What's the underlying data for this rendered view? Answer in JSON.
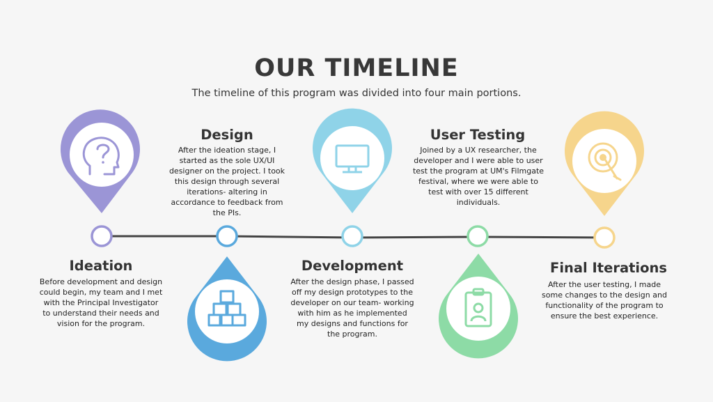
{
  "header": {
    "title": "OUR TIMELINE",
    "subtitle": "The timeline of this program was divided into four main portions."
  },
  "colors": {
    "ideation": "#9b95d6",
    "design": "#5aa9dd",
    "development": "#8fd3e8",
    "user_testing": "#8ddba6",
    "final_iterations": "#f6d58c",
    "line": "#444444"
  },
  "stages": [
    {
      "key": "ideation",
      "title": "Ideation",
      "text": "Before development and design could begin, my team and I met with the Principal Investigator to understand their needs and vision for the program.",
      "icon": "head-question-icon"
    },
    {
      "key": "design",
      "title": "Design",
      "text": "After the ideation stage, I started as the sole UX/UI designer on the project. I took this design through several iterations- altering in accordance to feedback from the PIs.",
      "icon": "cubes-icon"
    },
    {
      "key": "development",
      "title": "Development",
      "text": "After the design phase, I passed off my design prototypes to the developer on our team- working with him as he implemented my designs and functions for the program.",
      "icon": "monitor-icon"
    },
    {
      "key": "user_testing",
      "title": "User Testing",
      "text": "Joined by a UX researcher, the developer and I were able to user test the program at UM's Filmgate festival, where we were able to test with over 15 different individuals.",
      "icon": "id-badge-icon"
    },
    {
      "key": "final_iterations",
      "title": "Final Iterations",
      "text": "After the user testing, I made some changes to the design and functionality of the program to ensure the best experience.",
      "icon": "target-icon"
    }
  ]
}
